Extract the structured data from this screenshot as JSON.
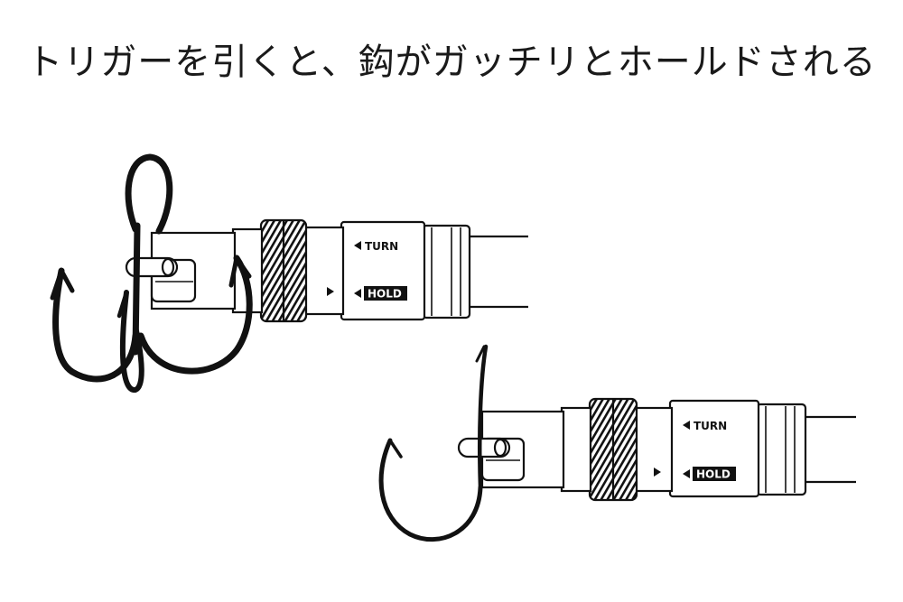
{
  "headline": "トリガーを引くと、鈎がガッチリとホールドされる",
  "diagrams": [
    {
      "hook_type": "treble-hook",
      "turn_label": "TURN",
      "hold_label": "HOLD",
      "turn_marker_icon": "left-triangle-icon",
      "hold_marker_icon": "left-triangle-icon",
      "indicator_icon": "right-triangle-icon"
    },
    {
      "hook_type": "single-hook",
      "turn_label": "TURN",
      "hold_label": "HOLD",
      "turn_marker_icon": "left-triangle-icon",
      "hold_marker_icon": "left-triangle-icon",
      "indicator_icon": "right-triangle-icon"
    }
  ],
  "colors": {
    "ink": "#111111",
    "background": "#ffffff"
  }
}
